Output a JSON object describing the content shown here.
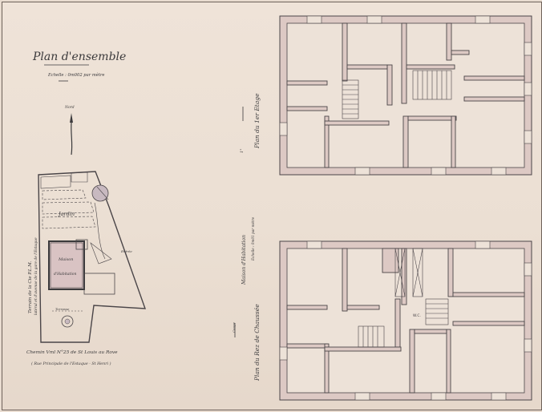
{
  "title": "Plan d'ensemble",
  "scale": "Echelle : 0m002 par mètre",
  "north": "Nord",
  "site": {
    "jardin": "Jardin",
    "maison_l1": "Maison",
    "maison_l2": "d'Habitation",
    "entree": "Entrée",
    "terrasse": "Terrasse",
    "rail_left_l1": "Terrain de la Cie P.L.M.",
    "rail_left_l2": "latéral et d'avenue de la gare de l'Estaque",
    "chemin_l1": "Chemin Vml N°25 de St Louis au Rove",
    "chemin_l2": "( Rue Principale de l'Estaque - St Henri )"
  },
  "floor1": {
    "label": "Plan du 1er Etage",
    "marker": "1°"
  },
  "center_note": {
    "l1": "Maison d'Habitation",
    "l2": "Echelle : 0m01 par mètre"
  },
  "ground": {
    "label": "Plan du Rez de Chaussée",
    "marker": "Coupe",
    "wc": "W.C."
  }
}
